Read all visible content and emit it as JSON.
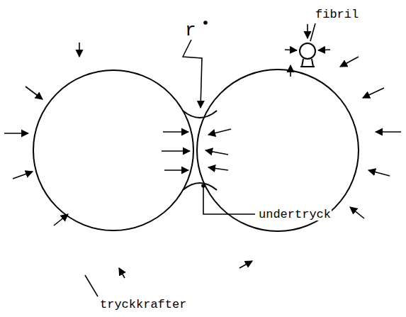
{
  "diagram": {
    "labels": [
      "r",
      "fibril",
      "undertryck",
      "tryckkrafter"
    ]
  }
}
